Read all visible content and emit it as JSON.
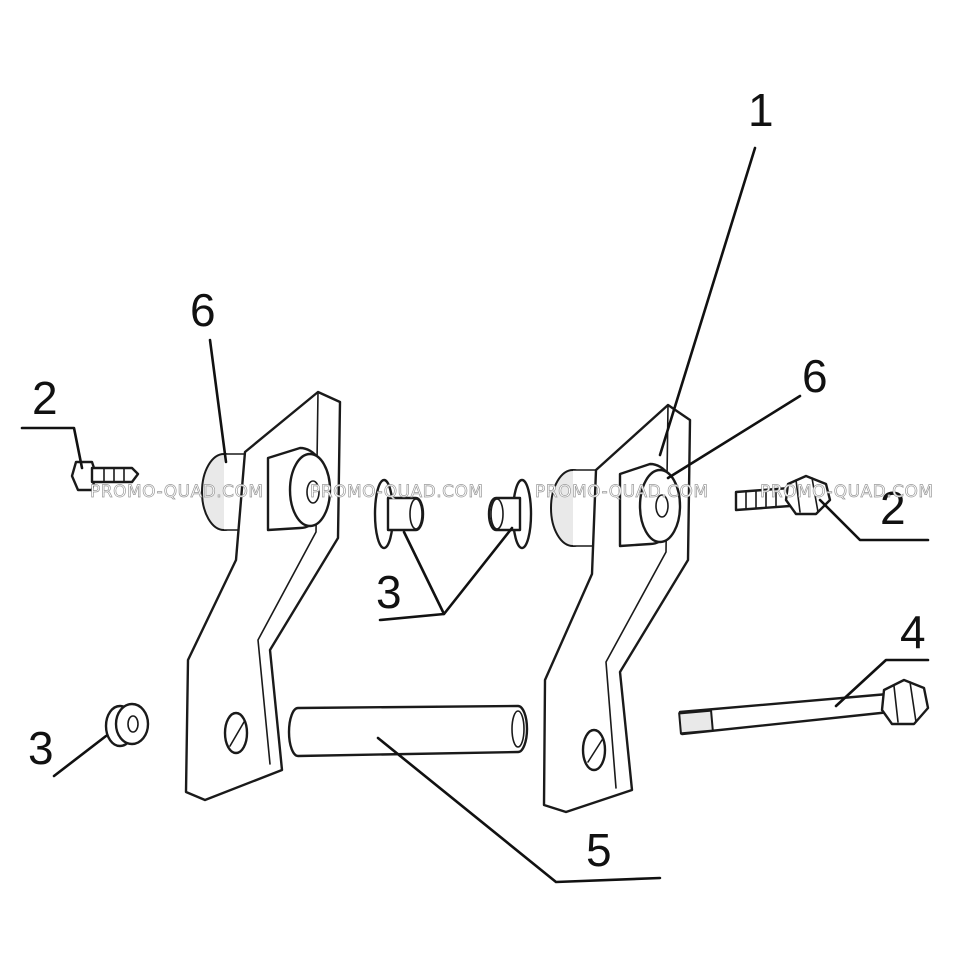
{
  "diagram": {
    "callouts": {
      "c1": "1",
      "c2_left": "2",
      "c2_right": "2",
      "c3_left": "3",
      "c3_center": "3",
      "c4": "4",
      "c5": "5",
      "c6_left": "6",
      "c6_right": "6"
    },
    "watermark": "PROMO-QUAD.COM"
  }
}
